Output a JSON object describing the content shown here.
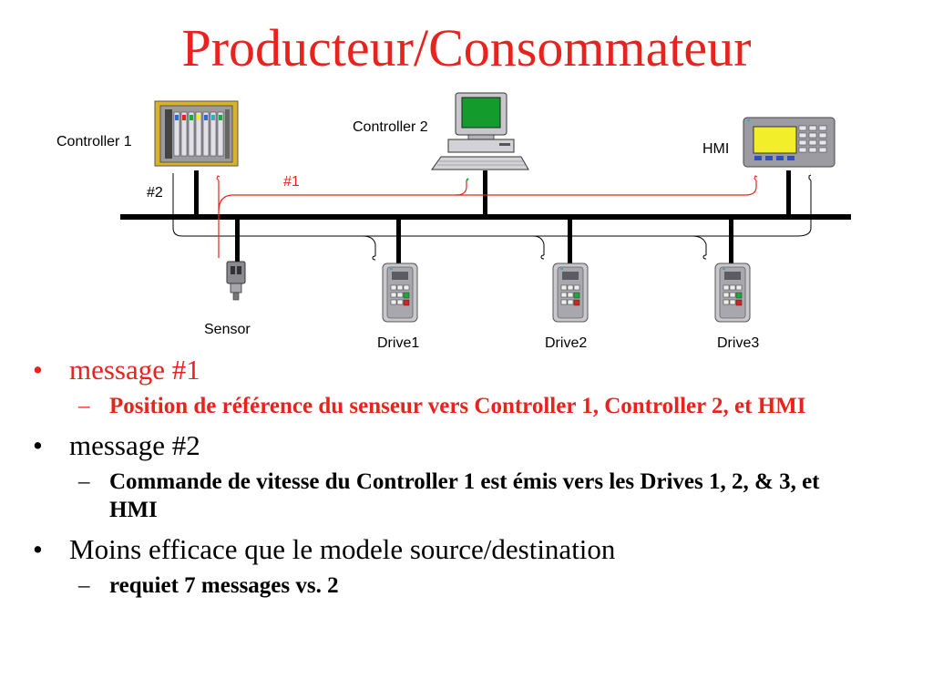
{
  "title": "Producteur/Consommateur",
  "diagram": {
    "labels": {
      "controller1": "Controller 1",
      "controller2": "Controller 2",
      "hmi": "HMI",
      "msg2": "#2",
      "msg1": "#1",
      "sensor": "Sensor",
      "drive1": "Drive1",
      "drive2": "Drive2",
      "drive3": "Drive3"
    },
    "colors": {
      "bus": "#000000",
      "message1": "#e8231e",
      "monitor_screen": "#139c2c",
      "hmi_screen": "#f2ef2a"
    }
  },
  "bullets": [
    {
      "text": "message #1",
      "mark": "•",
      "sub": {
        "mark": "–",
        "text": "Position de référence du senseur vers Controller 1, Controller 2, et HMI"
      }
    },
    {
      "text": "message #2",
      "mark": "•",
      "sub": {
        "mark": "–",
        "text": "Commande de vitesse du Controller 1 est émis vers les Drives 1, 2, & 3, et HMI"
      }
    },
    {
      "text": "Moins efficace que le modele source/destination",
      "mark": "•",
      "sub": {
        "mark": "–",
        "text": "requiet 7 messages vs. 2"
      }
    }
  ]
}
